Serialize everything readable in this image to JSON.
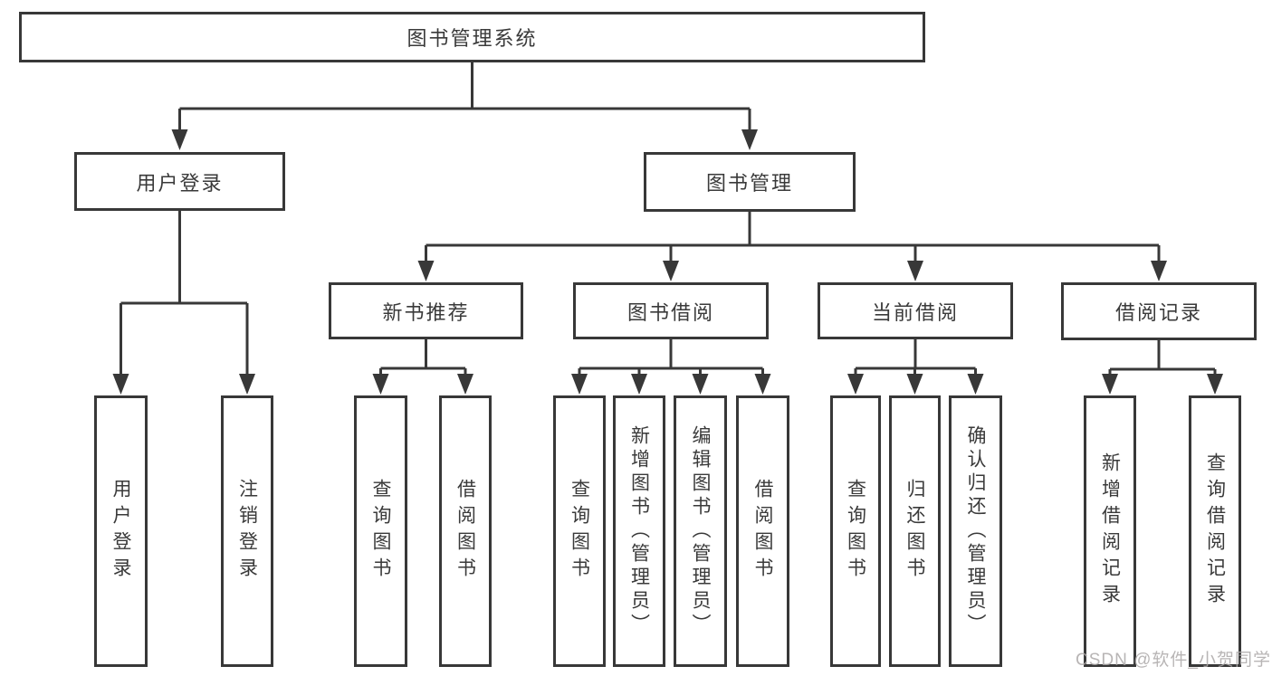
{
  "root": {
    "label": "图书管理系统"
  },
  "branches": [
    {
      "label": "用户登录",
      "leaves": [
        {
          "label": "用户登录"
        },
        {
          "label": "注销登录"
        }
      ]
    },
    {
      "label": "图书管理",
      "children": [
        {
          "label": "新书推荐",
          "leaves": [
            {
              "label": "查询图书"
            },
            {
              "label": "借阅图书"
            }
          ]
        },
        {
          "label": "图书借阅",
          "leaves": [
            {
              "label": "查询图书"
            },
            {
              "label": "新增图书（管理员）"
            },
            {
              "label": "编辑图书（管理员）"
            },
            {
              "label": "借阅图书"
            }
          ]
        },
        {
          "label": "当前借阅",
          "leaves": [
            {
              "label": "查询图书"
            },
            {
              "label": "归还图书"
            },
            {
              "label": "确认归还（管理员）"
            }
          ]
        },
        {
          "label": "借阅记录",
          "leaves": [
            {
              "label": "新增借阅记录"
            },
            {
              "label": "查询借阅记录"
            }
          ]
        }
      ]
    }
  ],
  "watermark": {
    "text": "CSDN @软件_小贺同学"
  },
  "colors": {
    "line": "#383838",
    "text": "#3a3a3a",
    "background": "#ffffff",
    "watermark": "rgba(172,168,168,0.85)"
  }
}
